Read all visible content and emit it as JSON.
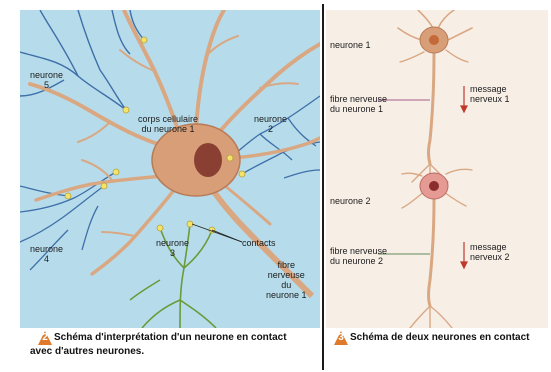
{
  "left": {
    "labels": {
      "neurone5_line1": "neurone",
      "neurone5_line2": "5",
      "corps_line1": "corps cellulaire",
      "corps_line2": "du neurone 1",
      "neurone2_line1": "neurone",
      "neurone2_line2": "2",
      "neurone4_line1": "neurone",
      "neurone4_line2": "4",
      "neurone3_line1": "neurone",
      "neurone3_line2": "3",
      "contacts": "contacts",
      "fibre_line1": "fibre",
      "fibre_line2": "nerveuse",
      "fibre_line3": "du",
      "fibre_line4": "neurone 1"
    },
    "caption_number": "2",
    "caption_line1": "Schéma d'interprétation d'un neurone en contact",
    "caption_line2": "avec d'autres neurones."
  },
  "right": {
    "labels": {
      "neurone1": "neurone 1",
      "fibre1_line1": "fibre nerveuse",
      "fibre1_line2": "du neurone 1",
      "message1_line1": "message",
      "message1_line2": "nerveux 1",
      "neurone2": "neurone 2",
      "fibre2_line1": "fibre nerveuse",
      "fibre2_line2": "du neurone 2",
      "message2_line1": "message",
      "message2_line2": "nerveux 2"
    },
    "caption_number": "3",
    "caption_line1": "Schéma de deux neurones en contact"
  },
  "colors": {
    "cell_body": "#d79e78",
    "nucleus": "#8a3f33",
    "left_background": "#b6dceb",
    "right_background": "#f7eee6",
    "blue_neuron": "#3f6fa8",
    "green_neuron": "#6a9a3a",
    "badge": "#e07a2a",
    "arrow": "#c0392b"
  }
}
